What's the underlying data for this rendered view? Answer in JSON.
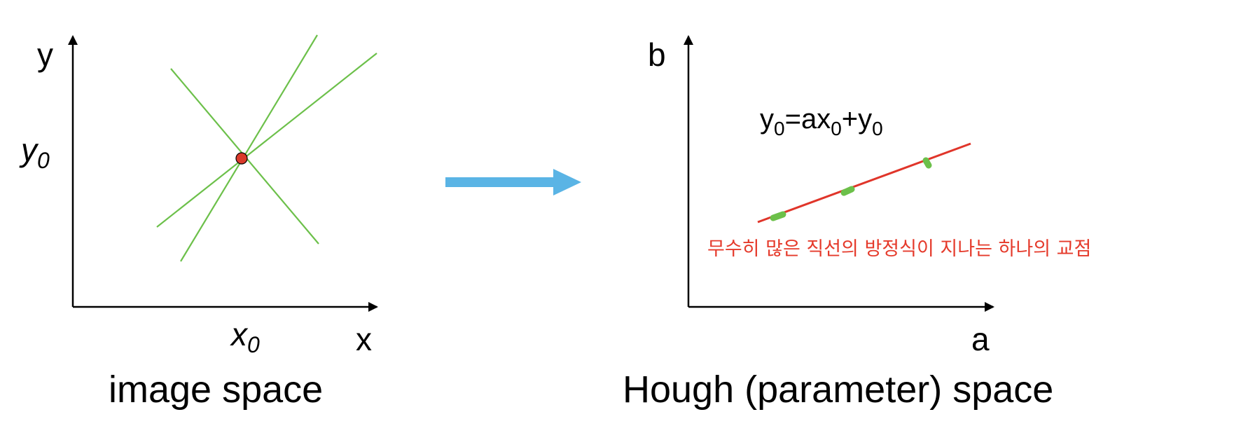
{
  "left_panel": {
    "y_axis_label": "y",
    "x_axis_label": "x",
    "y0_label": "y",
    "y0_subscript": "0",
    "x0_label": "x",
    "x0_subscript": "0",
    "caption": "image space"
  },
  "right_panel": {
    "b_axis_label": "b",
    "a_axis_label": "a",
    "equation": {
      "p1": "y",
      "s1": "0",
      "p2": "=ax",
      "s2": "0",
      "p3": "+y",
      "s3": "0"
    },
    "note": "무수히 많은 직선의 방정식이 지나는 하나의 교점",
    "caption": "Hough (parameter) space"
  },
  "colors": {
    "line_green": "#6cc04a",
    "point_red": "#d93a2b",
    "line_red": "#e0352a",
    "arrow_blue": "#5ab4e5",
    "note_red": "#e53a2b"
  }
}
